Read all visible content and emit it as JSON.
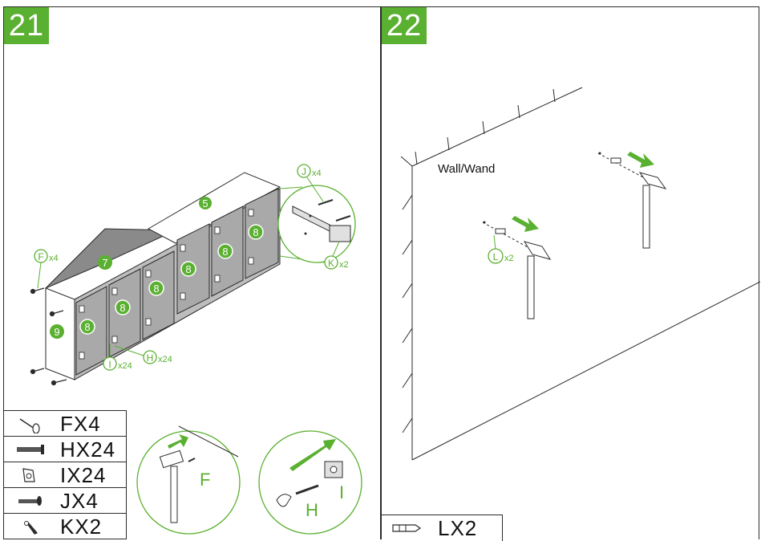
{
  "step21": {
    "number": "21",
    "parts": [
      {
        "label": "FX4",
        "icon": "nail-icon"
      },
      {
        "label": "HX24",
        "icon": "screw-icon"
      },
      {
        "label": "IX24",
        "icon": "connector-icon"
      },
      {
        "label": "JX4",
        "icon": "screw-icon"
      },
      {
        "label": "KX2",
        "icon": "bracket-icon"
      }
    ],
    "panel_labels": {
      "p5": "5",
      "p7": "7",
      "p8": "8",
      "p9": "9"
    },
    "callouts": {
      "f_letter": "F",
      "f_qty": "x4",
      "h_letter": "H",
      "h_qty": "x24",
      "i_letter": "I",
      "i_qty": "x24",
      "j_letter": "J",
      "j_qty": "x4",
      "k_letter": "K",
      "k_qty": "x2"
    },
    "detail_f_label": "F",
    "detail_h_label": "H",
    "detail_i_label": "I",
    "colors": {
      "accent": "#5ab030",
      "line": "#2b2b2b",
      "panel_fill": "#a9a9a9"
    }
  },
  "step22": {
    "number": "22",
    "wall_label": "Wall/Wand",
    "callout_letter": "L",
    "callout_qty": "x2",
    "parts": [
      {
        "label": "LX2",
        "icon": "wall-plug-icon"
      }
    ]
  }
}
